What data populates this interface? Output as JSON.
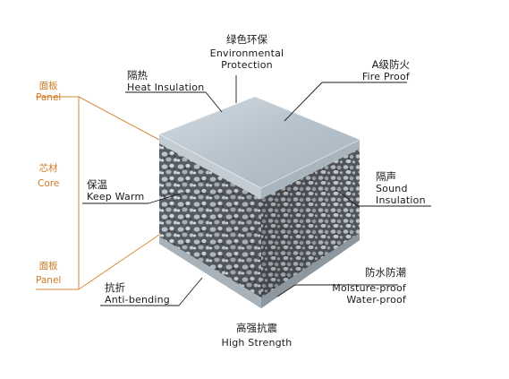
{
  "panel_top": {
    "cn": "面板",
    "en": "Panel"
  },
  "core": {
    "cn": "芯材",
    "en": "Core"
  },
  "panel_bottom": {
    "cn": "面板",
    "en": "Panel"
  },
  "environmental": {
    "cn": "绿色环保",
    "en1": "Environmental",
    "en2": "Protection"
  },
  "heat": {
    "cn": "隔热",
    "en": "Heat Insulation"
  },
  "fire": {
    "cn": "A级防火",
    "en": "Fire Proof"
  },
  "warm": {
    "cn": "保温",
    "en": "Keep Warm"
  },
  "sound": {
    "cn": "隔声",
    "en1": "Sound",
    "en2": "Insulation"
  },
  "moisture": {
    "cn": "防水防潮",
    "en1": "Moisture-proof",
    "en2": "Water-proof"
  },
  "bending": {
    "cn": "抗折",
    "en": "Anti-bending"
  },
  "strength": {
    "cn": "高强抗震",
    "en": "High Strength"
  },
  "colors": {
    "accent": "#d9893a",
    "panel": "#b9c6cf",
    "core": "#6e747b",
    "line": "#1a1a1a"
  }
}
